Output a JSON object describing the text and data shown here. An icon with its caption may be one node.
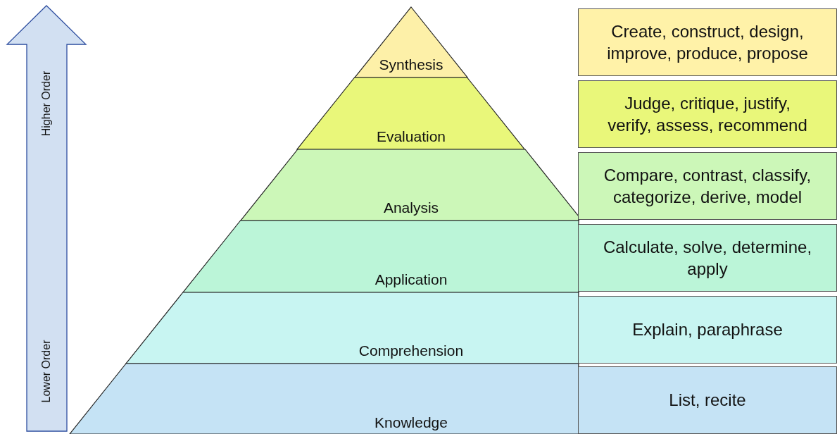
{
  "diagram": {
    "nodes": [
      {
        "text": [
          "Higher Order",
          "Lower Order"
        ]
      },
      {
        "text": [
          "Synthesis"
        ]
      },
      {
        "text": [
          "Evaluation"
        ]
      },
      {
        "text": [
          "Analysis"
        ]
      },
      {
        "text": [
          "Application"
        ]
      },
      {
        "text": [
          "Comprehension"
        ]
      },
      {
        "text": [
          "Knowledge"
        ]
      },
      {
        "text": [
          "Create, construct, design, improve, produce, propose"
        ]
      },
      {
        "text": [
          "Judge, critique, justify, verify, assess, recommend"
        ]
      },
      {
        "text": [
          "Compare, contrast, classify, categorize, derive, model"
        ]
      },
      {
        "text": [
          "Calculate, solve, determine, apply"
        ]
      },
      {
        "text": [
          "Explain, paraphrase"
        ]
      },
      {
        "text": [
          "List, recite"
        ]
      }
    ],
    "edges": []
  }
}
